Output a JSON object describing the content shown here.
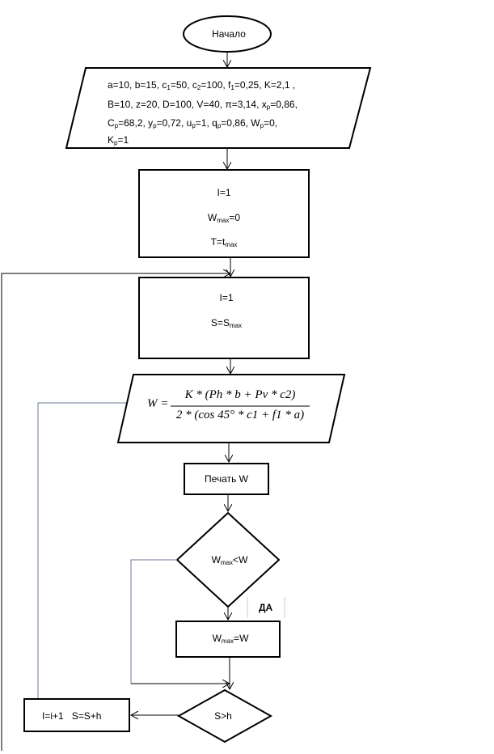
{
  "start": {
    "label": "Начало"
  },
  "input": {
    "line1": {
      "a": "a=10, b=15, c",
      "s1": "1",
      "b": "=50, c",
      "s2": "2",
      "c": "=100, f",
      "s3": "1",
      "d": "=0,25, K=2,1 ,"
    },
    "line2": {
      "a": "B=10, z=20, D=100, V=40, π=3,14, x",
      "s1": "p",
      "b": "=0,86,"
    },
    "line3": {
      "a": "C",
      "s1": "p",
      "b": "=68,2, y",
      "s2": "p",
      "c": "=0,72, u",
      "s3": "p",
      "d": "=1, q",
      "s4": "p",
      "e": "=0,86, W",
      "s5": "p",
      "f": "=0,"
    },
    "line4": {
      "a": "K",
      "s1": "p",
      "b": "=1"
    }
  },
  "init1": {
    "i": "I=1",
    "w_a": "W",
    "w_sub": "max",
    "w_b": "=0",
    "t_a": "T=t",
    "t_sub": "max"
  },
  "init2": {
    "i": "I=1",
    "s_a": "S=S",
    "s_sub": "max"
  },
  "formula": {
    "lhs": "W =",
    "numerator": "K * (Ph * b + Pv * c2)",
    "denominator": "2 * (cos 45° * c1 + f1 * a)"
  },
  "print": {
    "label": "Печать W"
  },
  "cond1": {
    "a": "W",
    "sub": "max",
    "b": "<W"
  },
  "yes_label": "ДА",
  "assign": {
    "a": "W",
    "sub": "max",
    "b": "=W"
  },
  "cond2": {
    "label": "S>h"
  },
  "increment": {
    "label": "I=i+1   S=S+h"
  }
}
